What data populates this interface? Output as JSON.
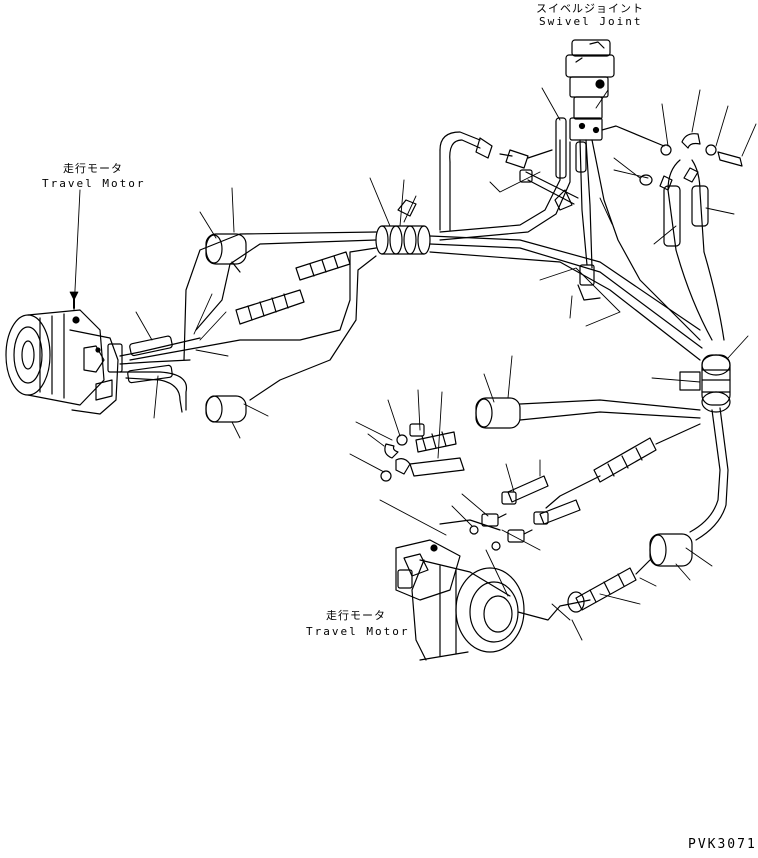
{
  "swivel_joint": {
    "label_jp": "スイベルジョイント",
    "label_en": "Swivel Joint"
  },
  "travel_motor_upper": {
    "label_jp": "走行モータ",
    "label_en": "Travel Motor"
  },
  "travel_motor_lower": {
    "label_jp": "走行モータ",
    "label_en": "Travel Motor"
  },
  "drawing_code": "PVK3071"
}
